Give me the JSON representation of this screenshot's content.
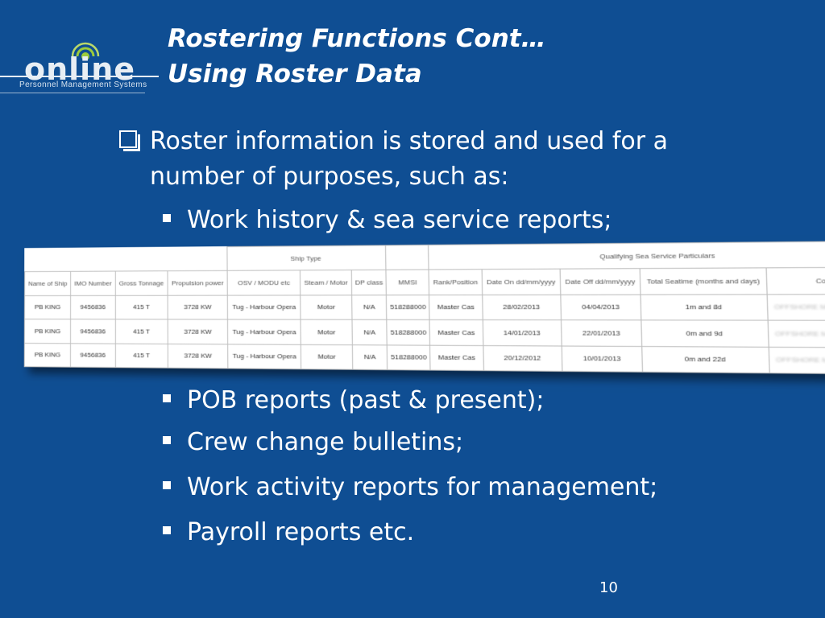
{
  "logo": {
    "word": "online",
    "subtitle": "Personnel Management Systems"
  },
  "title": {
    "line1": "Rostering Functions Cont…",
    "line2": "Using Roster Data"
  },
  "main_bullet": "Roster information is stored and used for a number of purposes, such as:",
  "sub_bullets": [
    "Work history & sea service reports;",
    "POB reports (past & present);",
    "Crew change bulletins;",
    "Work activity reports for management;",
    "Payroll reports etc."
  ],
  "table": {
    "group_headers": {
      "ship_type": "Ship Type",
      "qualifying": "Qualifying Sea Service Particulars"
    },
    "headers": [
      "Name of Ship",
      "IMO Number",
      "Gross Tonnage",
      "Propulsion power",
      "OSV / MODU etc",
      "Steam / Motor",
      "DP class",
      "MMSI",
      "Rank/Position",
      "Date On dd/mm/yyyy",
      "Date Off dd/mm/yyyy",
      "Total Seatime (months and days)",
      "Company"
    ],
    "rows": [
      [
        "PB KING",
        "9456836",
        "415 T",
        "3728 KW",
        "Tug - Harbour Opera",
        "Motor",
        "N/A",
        "518288000",
        "Master Cas",
        "28/02/2013",
        "04/04/2013",
        "1m and 8d",
        "OFFSHORE MARINE SERVICES"
      ],
      [
        "PB KING",
        "9456836",
        "415 T",
        "3728 KW",
        "Tug - Harbour Opera",
        "Motor",
        "N/A",
        "518288000",
        "Master Cas",
        "14/01/2013",
        "22/01/2013",
        "0m and 9d",
        "OFFSHORE MARINE SERVICES"
      ],
      [
        "PB KING",
        "9456836",
        "415 T",
        "3728 KW",
        "Tug - Harbour Opera",
        "Motor",
        "N/A",
        "518288000",
        "Master Cas",
        "20/12/2012",
        "10/01/2013",
        "0m and 22d",
        "OFFSHORE MARINE SERVICES"
      ]
    ]
  },
  "page_number": "10",
  "colors": {
    "background": "#0f4e93",
    "text": "#ffffff"
  }
}
